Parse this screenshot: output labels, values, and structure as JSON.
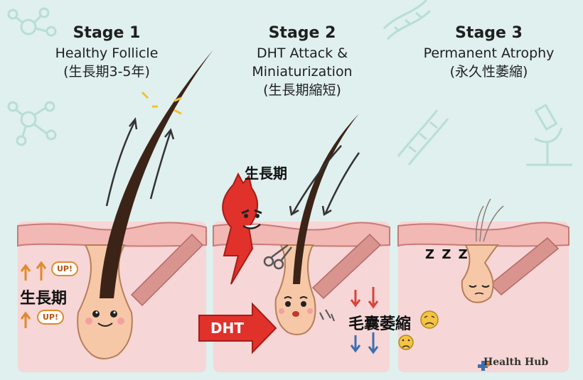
{
  "stages": [
    {
      "title": "Stage 1",
      "subtitle_1": "Healthy Follicle",
      "subtitle_2": "(生長期3-5年)"
    },
    {
      "title": "Stage 2",
      "subtitle_1": "DHT Attack &",
      "subtitle_2": "Miniaturization",
      "subtitle_3": "(生長期縮短)"
    },
    {
      "title": "Stage 3",
      "subtitle_1": "Permanent Atrophy",
      "subtitle_2": "(永久性萎縮)"
    }
  ],
  "labels": {
    "stage1_growth": "生長期",
    "up_1": "UP!",
    "up_2": "UP!",
    "stage2_growth": "生長期",
    "dht": "DHT",
    "shrink": "毛囊萎縮",
    "zzz": "Z Z Z"
  },
  "brand": {
    "name": "Health Hub",
    "icon": "plus-cross-icon"
  },
  "colors": {
    "background": "#dff0ee",
    "skin": "#f6d6d6",
    "hair": "#3b2417",
    "dht_red": "#e0312b"
  }
}
